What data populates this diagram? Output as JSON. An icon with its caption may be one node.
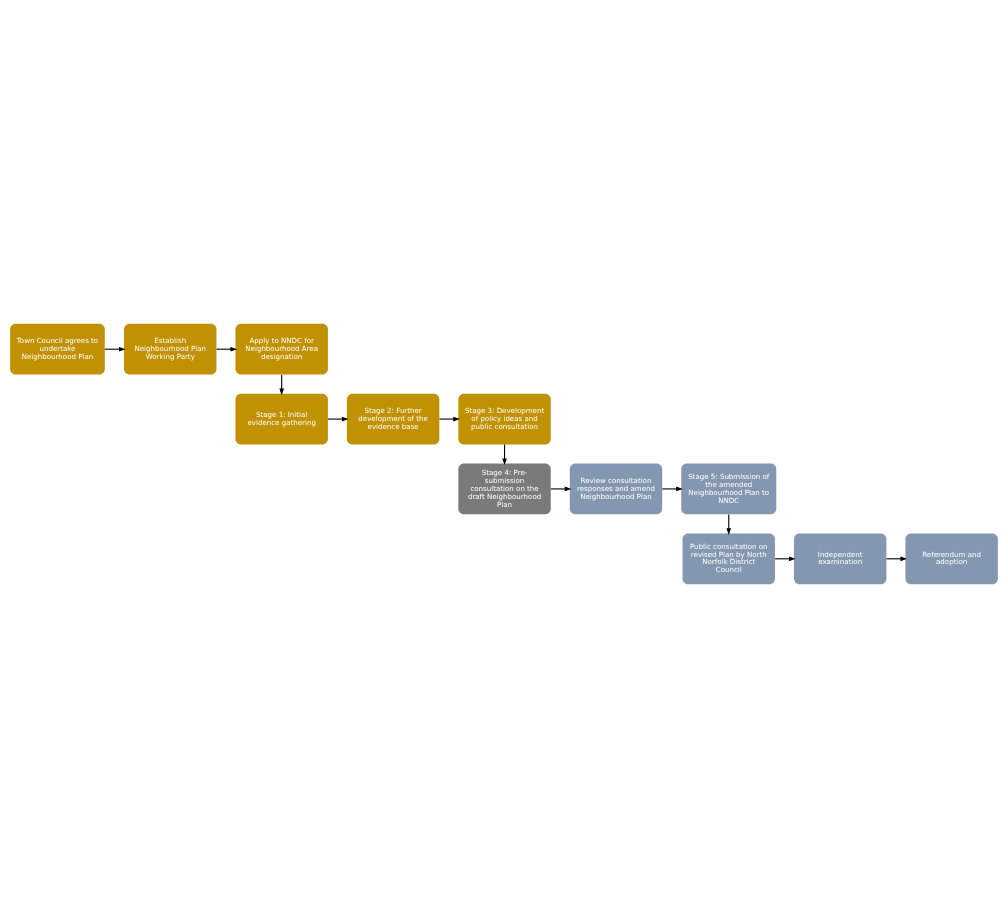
{
  "diagram": {
    "nodes": [
      {
        "text": [
          "Town Council agrees to undertake Neighbourhood Plan"
        ]
      },
      {
        "text": [
          "Establish Neighbourhood Plan Working Party"
        ]
      },
      {
        "text": [
          "Apply to NNDC for Neighbourhood Area designation"
        ]
      },
      {
        "text": [
          "Stage 1: Initial evidence gathering"
        ]
      },
      {
        "text": [
          "Stage 2: Further development of the evidence base"
        ]
      },
      {
        "text": [
          "Stage 3: Development of policy ideas and public consultation"
        ]
      },
      {
        "text": [
          "Stage 4: Pre-submission consultation on the draft Neighbourhood Plan"
        ]
      },
      {
        "text": [
          "Review consultation responses and amend Neighbourhood Plan"
        ]
      },
      {
        "text": [
          "Stage 5: Submission of the amended Neighbourhood Plan to NNDC"
        ]
      },
      {
        "text": [
          "Public consultation on revised Plan by North Norfolk District Council"
        ]
      },
      {
        "text": [
          "Independent examination"
        ]
      },
      {
        "text": [
          "Referendum and adoption"
        ]
      }
    ],
    "edges": [
      {
        "from": 0,
        "to": 1,
        "arrow": "to"
      },
      {
        "from": 1,
        "to": 2,
        "arrow": "to"
      },
      {
        "from": 2,
        "to": 3,
        "arrow": "to"
      },
      {
        "from": 3,
        "to": 4,
        "arrow": "to"
      },
      {
        "from": 4,
        "to": 5,
        "arrow": "to"
      },
      {
        "from": 5,
        "to": 6,
        "arrow": "to"
      },
      {
        "from": 6,
        "to": 7,
        "arrow": "to"
      },
      {
        "from": 7,
        "to": 8,
        "arrow": "to"
      },
      {
        "from": 8,
        "to": 9,
        "arrow": "to"
      },
      {
        "from": 9,
        "to": 10,
        "arrow": "to"
      },
      {
        "from": 10,
        "to": 11,
        "arrow": "to"
      }
    ]
  }
}
